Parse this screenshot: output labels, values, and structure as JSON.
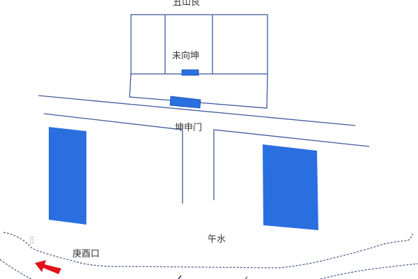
{
  "labels": {
    "top": "丑山艮",
    "house": "未向坤",
    "gate": "坤申门",
    "water": "午水",
    "exit": "庚酉口"
  },
  "colors": {
    "line": "#3f5a9a",
    "block": "#2a6fe0",
    "arrow": "#e0121a",
    "dash": "#4a5a80"
  }
}
